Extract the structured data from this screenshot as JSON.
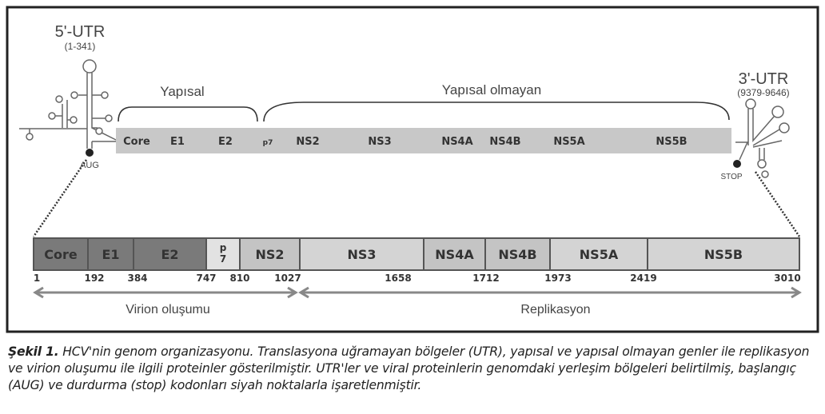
{
  "top": {
    "utr5_label": "5'-UTR",
    "utr5_range": "(1-341)",
    "utr3_label": "3'-UTR",
    "utr3_range": "(9379-9646)",
    "start_codon": "AUG",
    "stop_codon": "STOP",
    "structural_label": "Yapısal",
    "nonstructural_label": "Yapısal olmayan",
    "genes": [
      "Core",
      "E1",
      "E2",
      "p7",
      "NS2",
      "NS3",
      "NS4A",
      "NS4B",
      "NS5A",
      "NS5B"
    ]
  },
  "bottom": {
    "segments": [
      {
        "label": "Core",
        "start": 1,
        "end": 192,
        "color": "#7a7a7a",
        "text": "#e8e8e8"
      },
      {
        "label": "E1",
        "start": 192,
        "end": 384,
        "color": "#7a7a7a",
        "text": "#e8e8e8"
      },
      {
        "label": "E2",
        "start": 384,
        "end": 747,
        "color": "#7a7a7a",
        "text": "#e8e8e8"
      },
      {
        "label": "p\n7",
        "start": 747,
        "end": 810,
        "color": "#e2e2e2",
        "text": "#333"
      },
      {
        "label": "NS2",
        "start": 810,
        "end": 1027,
        "color": "#c4c4c4",
        "text": "#333"
      },
      {
        "label": "NS3",
        "start": 1027,
        "end": 1658,
        "color": "#d4d4d4",
        "text": "#333"
      },
      {
        "label": "NS4A",
        "start": 1658,
        "end": 1712,
        "color": "#c4c4c4",
        "text": "#333"
      },
      {
        "label": "NS4B",
        "start": 1712,
        "end": 1973,
        "color": "#c4c4c4",
        "text": "#333"
      },
      {
        "label": "NS5A",
        "start": 1973,
        "end": 2419,
        "color": "#d4d4d4",
        "text": "#333"
      },
      {
        "label": "NS5B",
        "start": 2419,
        "end": 3010,
        "color": "#d4d4d4",
        "text": "#333"
      }
    ],
    "positions": [
      "1",
      "192",
      "384",
      "747",
      "810",
      "1027",
      "1658",
      "1712",
      "1973",
      "2419",
      "3010"
    ],
    "virion_label": "Virion oluşumu",
    "replication_label": "Replikasyon"
  },
  "caption": {
    "bold": "Şekil 1.",
    "text": " HCV'nin genom organizasyonu. Translasyona uğramayan bölgeler (UTR), yapısal ve yapısal olmayan genler ile replikasyon ve virion oluşumu ile ilgili proteinler gösterilmiştir. UTR'ler ve viral proteinlerin genomdaki yerleşim bölgeleri belirtilmiş, başlangıç (AUG) ve durdurma (stop) kodonları siyah noktalarla işaretlenmiştir."
  }
}
